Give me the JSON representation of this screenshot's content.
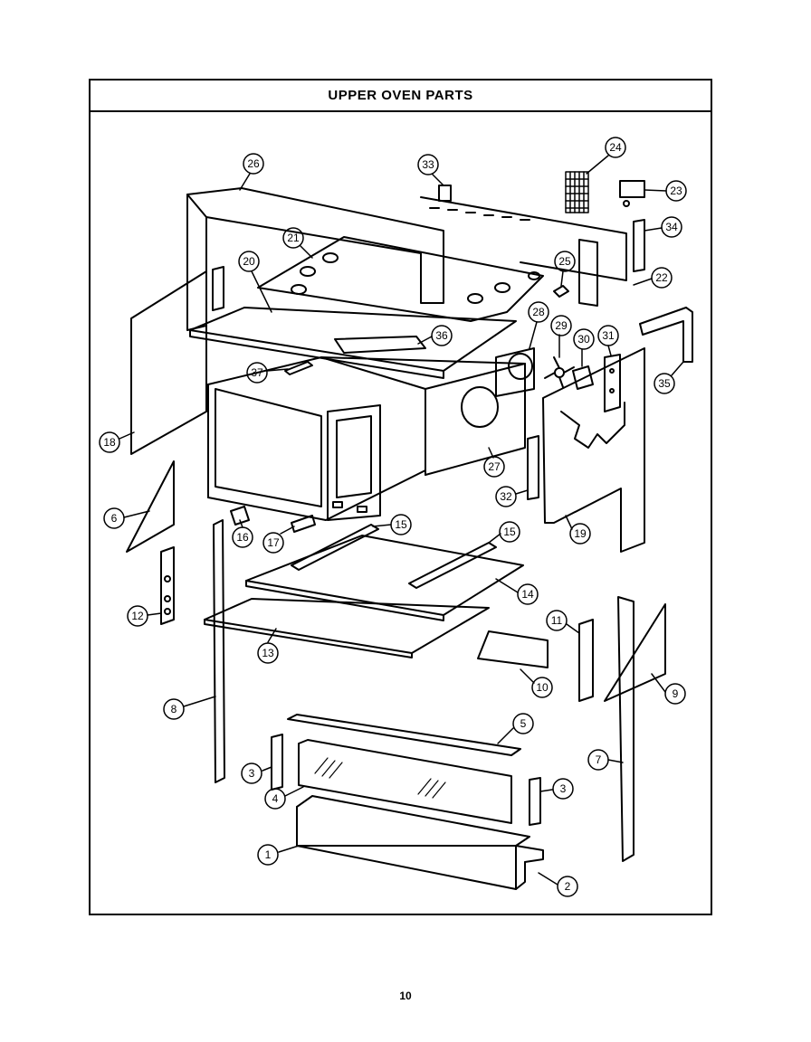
{
  "diagram": {
    "title": "UPPER OVEN PARTS",
    "page_number": "10",
    "callouts": [
      "1",
      "2",
      "3",
      "3",
      "4",
      "5",
      "6",
      "7",
      "8",
      "9",
      "10",
      "11",
      "12",
      "13",
      "14",
      "15",
      "15",
      "16",
      "17",
      "18",
      "19",
      "20",
      "21",
      "22",
      "23",
      "24",
      "25",
      "26",
      "27",
      "28",
      "29",
      "30",
      "31",
      "32",
      "33",
      "34",
      "35",
      "36",
      "37"
    ],
    "parts": [
      "bottom-trim",
      "bottom-bracket",
      "side-strip-left",
      "glass-door-panel",
      "door-top-strip",
      "side-strip-right",
      "left-triangle-panel",
      "right-rail",
      "left-rail",
      "right-triangle-panel",
      "small-channel",
      "right-small-strip",
      "left-hinge-bracket",
      "large-bottom-panel",
      "oven-bottom-panel",
      "rail-strips",
      "small-block-left",
      "small-block-right",
      "left-side-insulation",
      "right-side-panel",
      "top-frame",
      "inner-top-panel",
      "back-panel",
      "small-bracket",
      "grille",
      "clip",
      "frame-top",
      "oven-cavity",
      "fan-housing",
      "fan-blade",
      "motor",
      "motor-bracket",
      "strip-32",
      "top-connector",
      "side-bracket-34",
      "bend-rod-35",
      "insulation-pad-36",
      "small-strip-37"
    ]
  }
}
